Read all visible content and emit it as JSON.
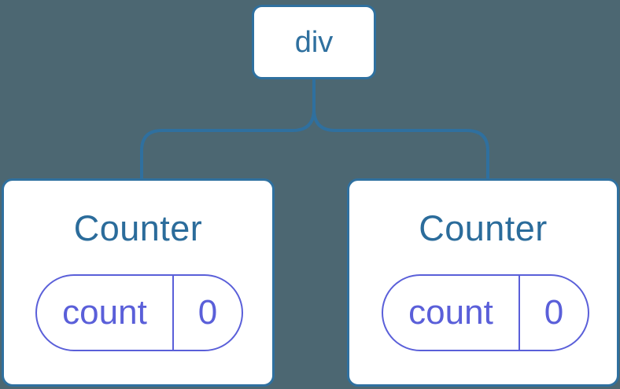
{
  "diagram": {
    "kind": "react-component-tree",
    "colors": {
      "background": "#4C6772",
      "line_blue": "#2F709F",
      "title_blue": "#2B6C9B",
      "state_purple": "#5A5FD9",
      "card_fill": "#FFFFFF"
    },
    "root": {
      "label": "div"
    },
    "children": [
      {
        "title": "Counter",
        "state_key": "count",
        "state_value": "0"
      },
      {
        "title": "Counter",
        "state_key": "count",
        "state_value": "0"
      }
    ]
  }
}
